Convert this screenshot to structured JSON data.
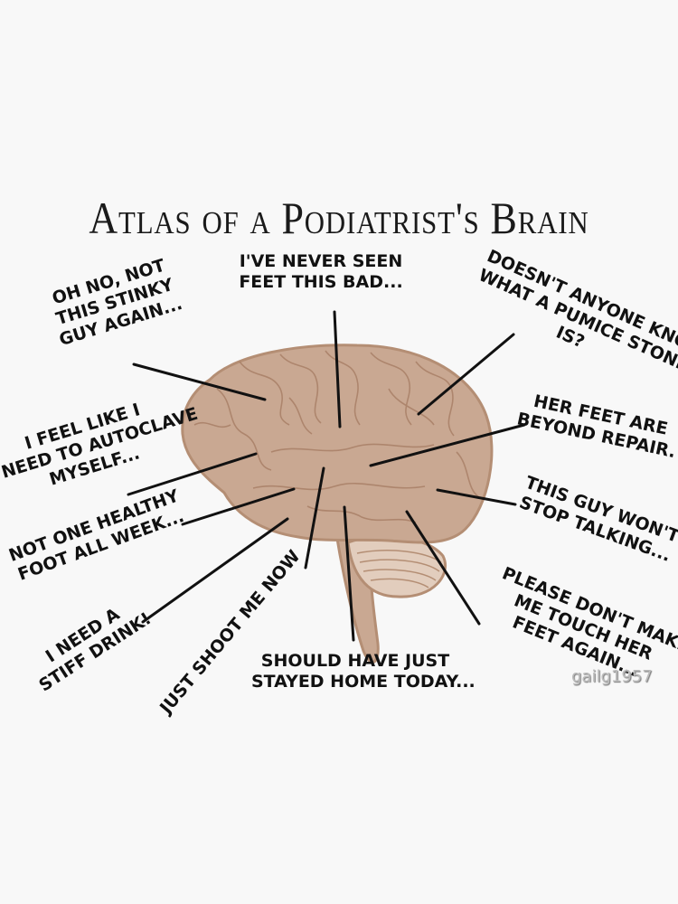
{
  "title": "Atlas of a Podiatrist's Brain",
  "colors": {
    "background": "#f8f8f8",
    "brain_fill": "#c9a892",
    "brain_outline": "#b48e74",
    "text": "#111111"
  },
  "labels": [
    {
      "id": "stinky",
      "text": "Oh no, not\nthis stinky\nguy again..."
    },
    {
      "id": "never-seen",
      "text": "I've never seen\nfeet this bad..."
    },
    {
      "id": "pumice",
      "text": "Doesn't anyone know\nwhat a pumice stone\nis?"
    },
    {
      "id": "autoclave",
      "text": "I feel like I\nneed to autoclave\nmyself..."
    },
    {
      "id": "beyond-repair",
      "text": "Her feet are\nbeyond repair."
    },
    {
      "id": "healthy-foot",
      "text": "Not one healthy\nfoot all week..."
    },
    {
      "id": "wont-stop",
      "text": "This guy won't\nstop talking..."
    },
    {
      "id": "stiff-drink",
      "text": "I need a\nstiff drink!"
    },
    {
      "id": "shoot-me",
      "text": "Just shoot me now"
    },
    {
      "id": "stayed-home",
      "text": "Should have just\nstayed home today..."
    },
    {
      "id": "touch-her-feet",
      "text": "Please don't make\nme touch her\nfeet again..."
    }
  ],
  "watermark": "gailg1957"
}
